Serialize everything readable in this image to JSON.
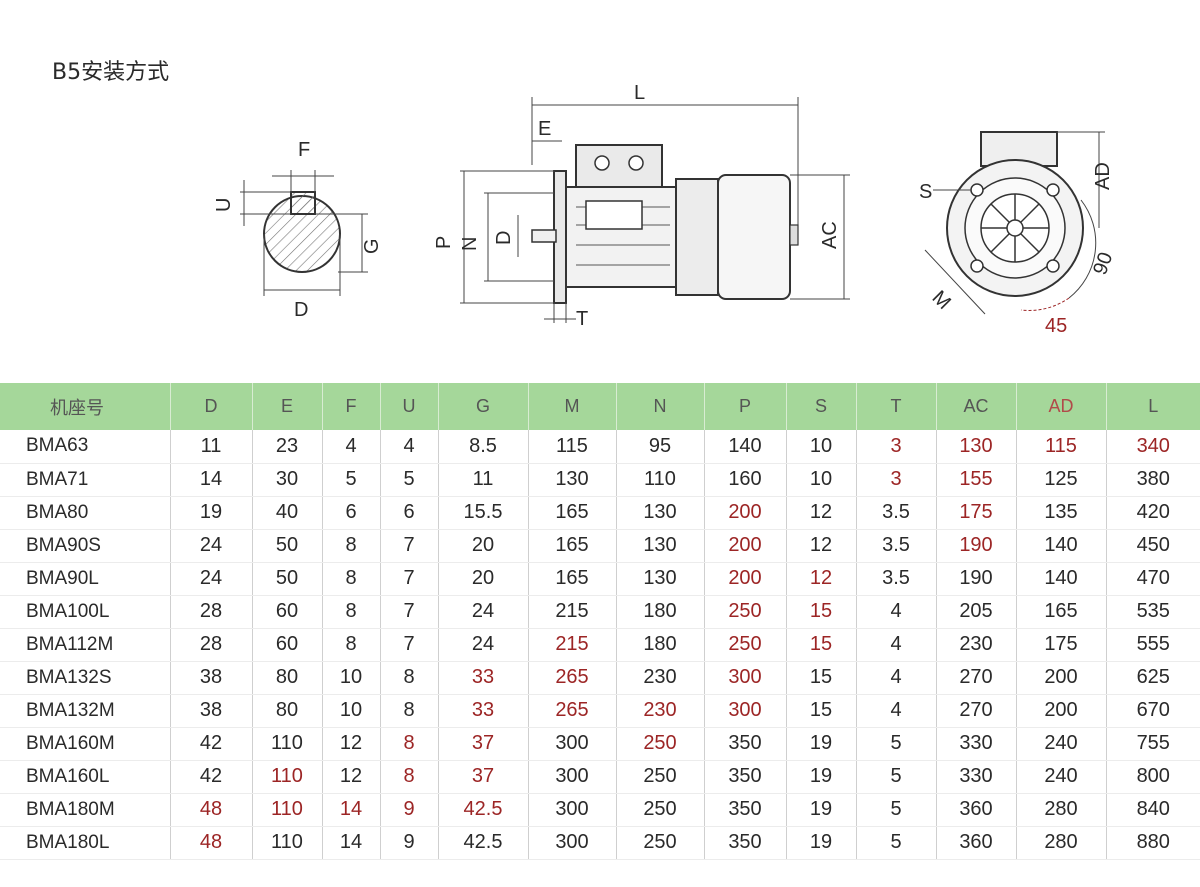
{
  "title": "B5安装方式",
  "drawings": {
    "shaft_labels": {
      "f": "F",
      "u": "U",
      "g": "G",
      "d": "D"
    },
    "side_labels": {
      "l": "L",
      "e": "E",
      "p": "P",
      "n": "N",
      "d": "D",
      "ac": "AC",
      "t": "T"
    },
    "front_labels": {
      "s": "S",
      "ad": "AD",
      "m": "M",
      "a90": "90",
      "a45": "45"
    }
  },
  "table": {
    "headers": [
      "机座号",
      "D",
      "E",
      "F",
      "U",
      "G",
      "M",
      "N",
      "P",
      "S",
      "T",
      "AC",
      "AD",
      "L"
    ],
    "rows": [
      [
        "BMA63",
        "11",
        "23",
        "4",
        "4",
        "8.5",
        "115",
        "95",
        "140",
        "10",
        "3",
        "130",
        "115",
        "340"
      ],
      [
        "BMA71",
        "14",
        "30",
        "5",
        "5",
        "11",
        "130",
        "110",
        "160",
        "10",
        "3",
        "155",
        "125",
        "380"
      ],
      [
        "BMA80",
        "19",
        "40",
        "6",
        "6",
        "15.5",
        "165",
        "130",
        "200",
        "12",
        "3.5",
        "175",
        "135",
        "420"
      ],
      [
        "BMA90S",
        "24",
        "50",
        "8",
        "7",
        "20",
        "165",
        "130",
        "200",
        "12",
        "3.5",
        "190",
        "140",
        "450"
      ],
      [
        "BMA90L",
        "24",
        "50",
        "8",
        "7",
        "20",
        "165",
        "130",
        "200",
        "12",
        "3.5",
        "190",
        "140",
        "470"
      ],
      [
        "BMA100L",
        "28",
        "60",
        "8",
        "7",
        "24",
        "215",
        "180",
        "250",
        "15",
        "4",
        "205",
        "165",
        "535"
      ],
      [
        "BMA112M",
        "28",
        "60",
        "8",
        "7",
        "24",
        "215",
        "180",
        "250",
        "15",
        "4",
        "230",
        "175",
        "555"
      ],
      [
        "BMA132S",
        "38",
        "80",
        "10",
        "8",
        "33",
        "265",
        "230",
        "300",
        "15",
        "4",
        "270",
        "200",
        "625"
      ],
      [
        "BMA132M",
        "38",
        "80",
        "10",
        "8",
        "33",
        "265",
        "230",
        "300",
        "15",
        "4",
        "270",
        "200",
        "670"
      ],
      [
        "BMA160M",
        "42",
        "110",
        "12",
        "8",
        "37",
        "300",
        "250",
        "350",
        "19",
        "5",
        "330",
        "240",
        "755"
      ],
      [
        "BMA160L",
        "42",
        "110",
        "12",
        "8",
        "37",
        "300",
        "250",
        "350",
        "19",
        "5",
        "330",
        "240",
        "800"
      ],
      [
        "BMA180M",
        "48",
        "110",
        "14",
        "9",
        "42.5",
        "300",
        "250",
        "350",
        "19",
        "5",
        "360",
        "280",
        "840"
      ],
      [
        "BMA180L",
        "48",
        "110",
        "14",
        "9",
        "42.5",
        "300",
        "250",
        "350",
        "19",
        "5",
        "360",
        "280",
        "880"
      ]
    ],
    "red_cells": [
      [
        0,
        10
      ],
      [
        0,
        11
      ],
      [
        0,
        12
      ],
      [
        0,
        13
      ],
      [
        1,
        10
      ],
      [
        1,
        11
      ],
      [
        2,
        8
      ],
      [
        2,
        11
      ],
      [
        3,
        8
      ],
      [
        3,
        11
      ],
      [
        4,
        8
      ],
      [
        4,
        9
      ],
      [
        5,
        8
      ],
      [
        5,
        9
      ],
      [
        6,
        6
      ],
      [
        6,
        8
      ],
      [
        6,
        9
      ],
      [
        7,
        5
      ],
      [
        7,
        6
      ],
      [
        7,
        8
      ],
      [
        8,
        5
      ],
      [
        8,
        6
      ],
      [
        8,
        7
      ],
      [
        8,
        8
      ],
      [
        9,
        4
      ],
      [
        9,
        5
      ],
      [
        9,
        7
      ],
      [
        10,
        2
      ],
      [
        10,
        4
      ],
      [
        10,
        5
      ],
      [
        11,
        1
      ],
      [
        11,
        2
      ],
      [
        11,
        3
      ],
      [
        11,
        4
      ],
      [
        11,
        5
      ],
      [
        12,
        1
      ]
    ],
    "red_headers": [
      12
    ],
    "colors": {
      "header_bg": "#a5d79a",
      "red_text": "#9c2525"
    }
  }
}
